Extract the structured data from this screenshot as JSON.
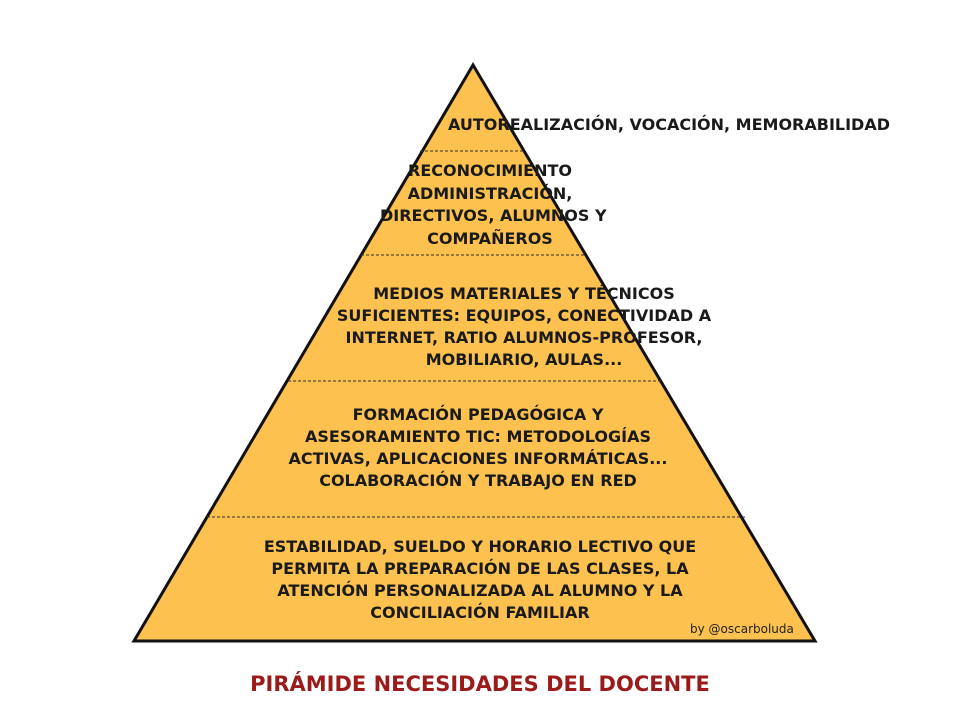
{
  "colors": {
    "pyramid_fill": "#fcc14e",
    "outline": "#111111",
    "title": "#9b1b1b"
  },
  "tiers": [
    {
      "lines": [
        "AUTOREALIZACIÓN, VOCACIÓN, MEMORABILIDAD"
      ]
    },
    {
      "lines": [
        "RECONOCIMIENTO",
        "ADMINISTRACIÓN,",
        "DIRECTIVOS, ALUMNOS Y",
        "COMPAÑEROS"
      ]
    },
    {
      "lines": [
        "MEDIOS MATERIALES Y TÉCNICOS",
        "SUFICIENTES: EQUIPOS, CONECTIVIDAD A",
        "INTERNET, RATIO ALUMNOS-PROFESOR,",
        "MOBILIARIO, AULAS..."
      ]
    },
    {
      "lines": [
        "FORMACIÓN PEDAGÓGICA Y",
        "ASESORAMIENTO TIC: METODOLOGÍAS",
        "ACTIVAS, APLICACIONES INFORMÁTICAS...",
        "COLABORACIÓN Y TRABAJO EN RED"
      ]
    },
    {
      "lines": [
        "ESTABILIDAD, SUELDO Y HORARIO LECTIVO QUE",
        "PERMITA LA PREPARACIÓN DE LAS CLASES, LA",
        "ATENCIÓN PERSONALIZADA AL ALUMNO Y LA",
        "CONCILIACIÓN FAMILIAR"
      ]
    }
  ],
  "credit": "by @oscarboluda",
  "title": "PIRÁMIDE NECESIDADES DEL DOCENTE"
}
